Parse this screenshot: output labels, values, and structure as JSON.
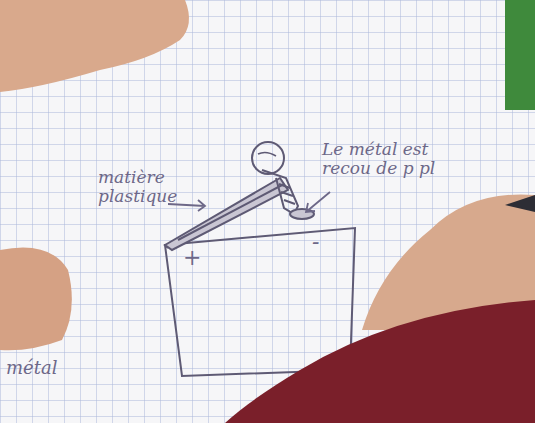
{
  "diagram": {
    "labels": [
      "matière plastique",
      "Le métal est recou de p pl",
      "+",
      "-",
      "métal"
    ]
  }
}
